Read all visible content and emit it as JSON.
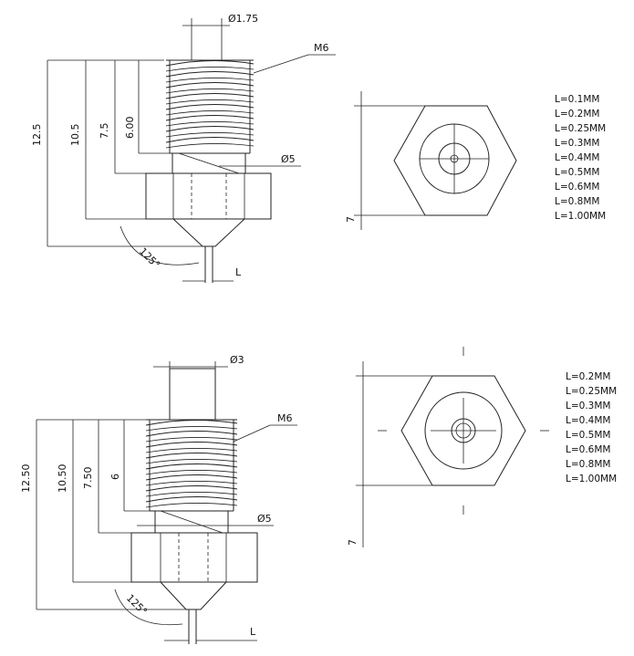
{
  "top": {
    "dims": {
      "diameter_top": "Ø1.75",
      "thread": "M6",
      "diameter_mid": "Ø5",
      "h1": "12.5",
      "h2": "10.5",
      "h3": "7.5",
      "h4": "6.00",
      "angle": "125°",
      "length": "L",
      "hex_height": "7"
    },
    "sizes": [
      "L=0.1MM",
      "L=0.2MM",
      "L=0.25MM",
      "L=0.3MM",
      "L=0.4MM",
      "L=0.5MM",
      "L=0.6MM",
      "L=0.8MM",
      "L=1.00MM"
    ]
  },
  "bottom": {
    "dims": {
      "diameter_top": "Ø3",
      "thread": "M6",
      "diameter_mid": "Ø5",
      "h1": "12.50",
      "h2": "10.50",
      "h3": "7.50",
      "h4": "6",
      "angle": "125°",
      "length": "L",
      "hex_height": "7"
    },
    "sizes": [
      "L=0.2MM",
      "L=0.25MM",
      "L=0.3MM",
      "L=0.4MM",
      "L=0.5MM",
      "L=0.6MM",
      "L=0.8MM",
      "L=1.00MM"
    ]
  }
}
